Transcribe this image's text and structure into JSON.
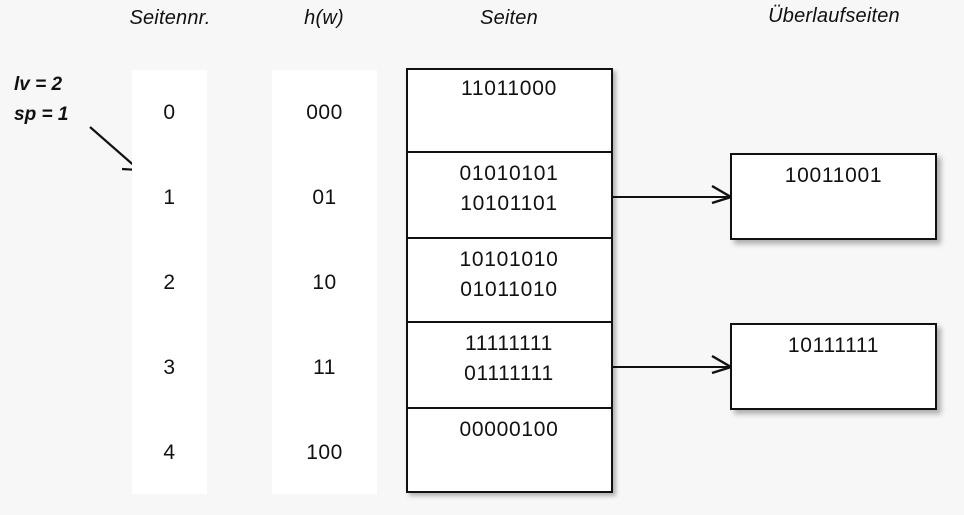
{
  "headers": {
    "seitennr": "Seitennr.",
    "hw": "h(w)",
    "seiten": "Seiten",
    "ueberlaufseiten": "Überlaufseiten"
  },
  "params": {
    "lv": "lv = 2",
    "sp": "sp = 1"
  },
  "colors": {
    "background": "#f7f7f7",
    "panel": "#ffffff",
    "ink": "#111111"
  },
  "icons": {
    "pointer_arrow": "diagonal-arrow-icon",
    "connector_arrow": "right-arrow-icon"
  },
  "rows": [
    {
      "seitennr": "0",
      "hw": "000"
    },
    {
      "seitennr": "1",
      "hw": "01"
    },
    {
      "seitennr": "2",
      "hw": "10"
    },
    {
      "seitennr": "3",
      "hw": "11"
    },
    {
      "seitennr": "4",
      "hw": "100"
    }
  ],
  "seiten_cells": [
    {
      "entries": [
        "11011000"
      ]
    },
    {
      "entries": [
        "01010101",
        "10101101"
      ]
    },
    {
      "entries": [
        "10101010",
        "01011010"
      ]
    },
    {
      "entries": [
        "11111111",
        "01111111"
      ]
    },
    {
      "entries": [
        "00000100"
      ]
    }
  ],
  "overflow_pages": [
    {
      "entry": "10011001",
      "from_cell": 1
    },
    {
      "entry": "10111111",
      "from_cell": 3
    }
  ]
}
